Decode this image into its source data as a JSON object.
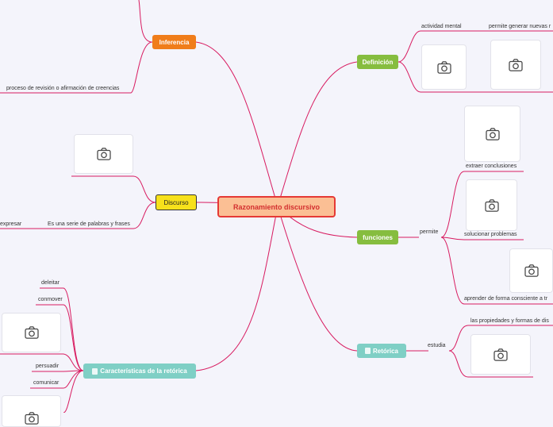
{
  "colors": {
    "center_bg": "#fbbf94",
    "center_border": "#e53935",
    "orange": "#f07d1a",
    "green": "#86bd3f",
    "yellow": "#f7e11b",
    "teal": "#7fcfc5",
    "line": "#d81b60"
  },
  "center": {
    "label": "Razonamiento discursivo"
  },
  "inferencia": {
    "label": "Inferencia",
    "leaf": "proceso de revisión o afirmación de creencias"
  },
  "discurso": {
    "label": "Discurso",
    "leaf": "Es una serie de palabras y frases",
    "far_leaf": "expresar"
  },
  "caracteristicas": {
    "label": "Características de la retórica",
    "items": [
      "deleitar",
      "conmover",
      "persuadir",
      "comunicar"
    ]
  },
  "definicion": {
    "label": "Definición",
    "leaf1": "actividad mental",
    "leaf2": "permite generar nuevas r"
  },
  "funciones": {
    "label": "funciones",
    "connector": "permite",
    "items": [
      "extraer conclusiones",
      "solucionar problemas",
      "aprender de forma consciente a tr"
    ]
  },
  "retorica": {
    "label": "Retórica",
    "connector": "estudia",
    "leaf": "las propiedades y formas de dis"
  },
  "icons": {
    "image_placeholder": "camera-icon",
    "document": "document-icon"
  }
}
